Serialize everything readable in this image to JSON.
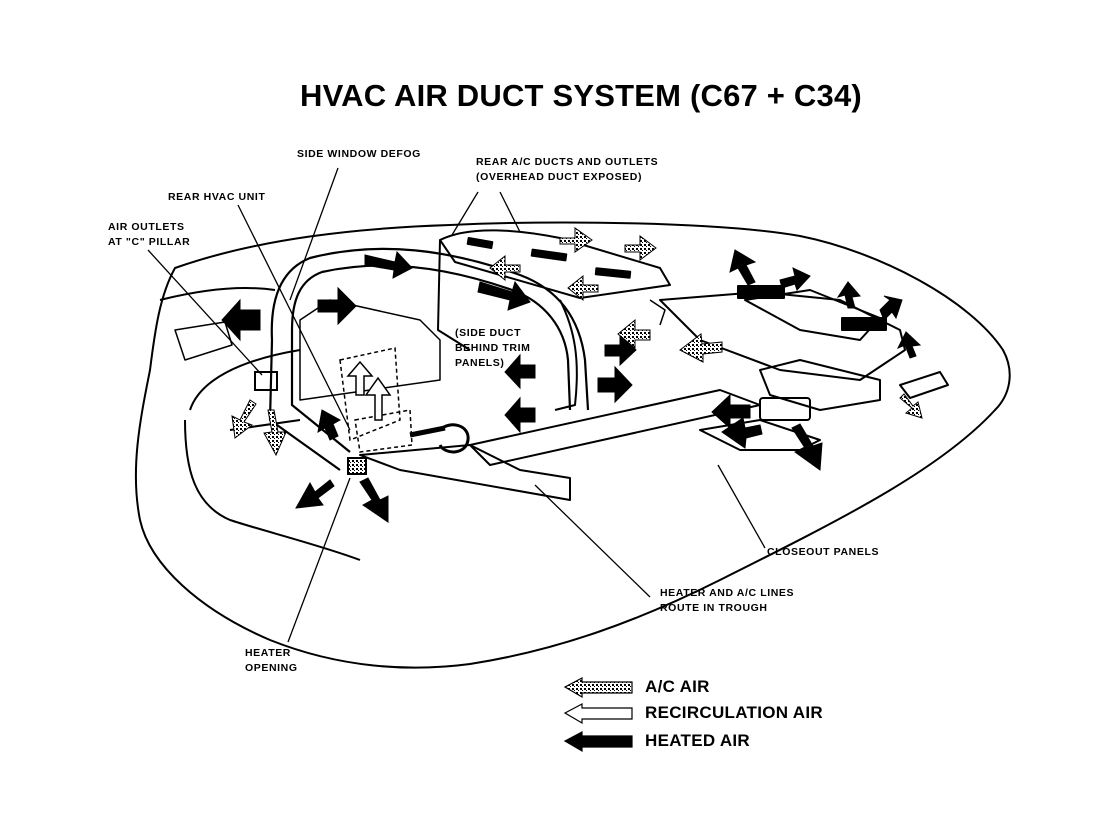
{
  "title": "HVAC AIR DUCT SYSTEM (C67 + C34)",
  "callouts": {
    "side_window_defog": "SIDE WINDOW DEFOG",
    "rear_ac_ducts_line1": "REAR A/C DUCTS AND OUTLETS",
    "rear_ac_ducts_line2": "(OVERHEAD DUCT EXPOSED)",
    "rear_hvac_unit": "REAR HVAC UNIT",
    "air_outlets_line1": "AIR OUTLETS",
    "air_outlets_line2": "AT \"C\" PILLAR",
    "side_duct_line1": "(SIDE DUCT",
    "side_duct_line2": "BEHIND TRIM",
    "side_duct_line3": "PANELS)",
    "closeout_panels": "CLOSEOUT PANELS",
    "heater_lines_line1": "HEATER AND A/C LINES",
    "heater_lines_line2": "ROUTE IN TROUGH",
    "heater_opening_line1": "HEATER",
    "heater_opening_line2": "OPENING"
  },
  "legend": [
    {
      "label": "A/C AIR",
      "style": "stippled"
    },
    {
      "label": "RECIRCULATION AIR",
      "style": "outline"
    },
    {
      "label": "HEATED AIR",
      "style": "solid"
    }
  ],
  "colors": {
    "ink": "#000000",
    "paper": "#ffffff",
    "stipple": "#8a8a8a"
  }
}
